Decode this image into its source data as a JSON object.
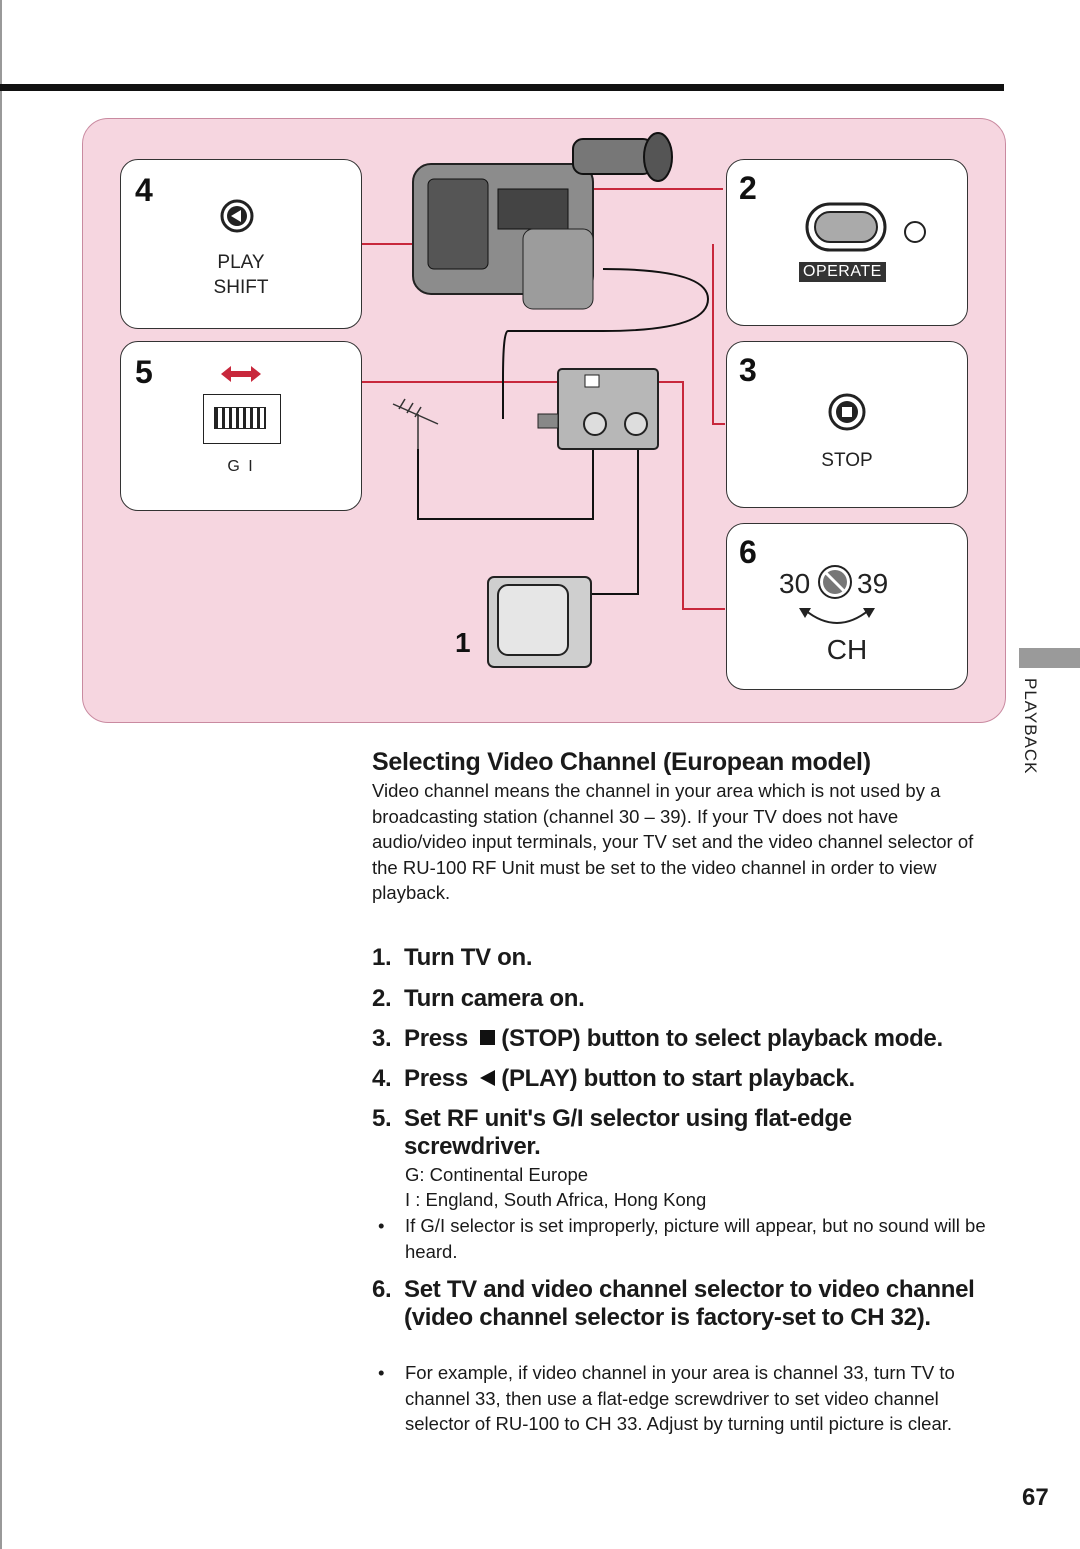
{
  "diagram": {
    "panels": [
      {
        "num": "4",
        "label_line1": "PLAY",
        "label_line2": "SHIFT"
      },
      {
        "num": "5",
        "selector_labels": "G   I"
      },
      {
        "num": "2",
        "badge": "OPERATE"
      },
      {
        "num": "3",
        "label": "STOP"
      },
      {
        "num": "6",
        "ch_low": "30",
        "ch_high": "39",
        "ch_label": "CH"
      }
    ],
    "tv_num": "1"
  },
  "side_tab": "PLAYBACK",
  "section": {
    "title": "Selecting Video Channel (European model)",
    "intro": "Video channel means the channel in your area which is not used by a broadcasting station (channel 30 – 39). If your TV does not have audio/video input terminals, your TV set and the video channel selector of the RU-100 RF Unit must be set to the video channel in order to view playback."
  },
  "steps": [
    {
      "n": "1.",
      "text": "Turn TV on."
    },
    {
      "n": "2.",
      "text": "Turn camera on."
    },
    {
      "n": "3.",
      "pre": "Press",
      "icon": "stop-square-icon",
      "text": "(STOP) button to select playback mode."
    },
    {
      "n": "4.",
      "pre": "Press",
      "icon": "play-left-triangle-icon",
      "text": "(PLAY) button to start playback."
    },
    {
      "n": "5.",
      "text": "Set RF unit's G/I selector using flat-edge screwdriver."
    },
    {
      "n": "6.",
      "text": "Set TV and video channel selector to video channel (video channel selector is factory-set to CH 32)."
    }
  ],
  "step5_notes": {
    "g": "G: Continental Europe",
    "i": "I  : England, South Africa, Hong Kong",
    "bullet": "If G/I selector is set improperly, picture will appear, but no sound will be heard."
  },
  "step6_bullet": "For example, if video channel in your area is channel 33, turn TV to channel 33, then use a flat-edge screwdriver to set video channel selector of RU-100 to CH 33. Adjust by turning until picture is clear.",
  "bullet_char": "•",
  "page_number": "67",
  "colors": {
    "diagram_bg": "#f6d6e0",
    "wire_red": "#c8283c"
  }
}
